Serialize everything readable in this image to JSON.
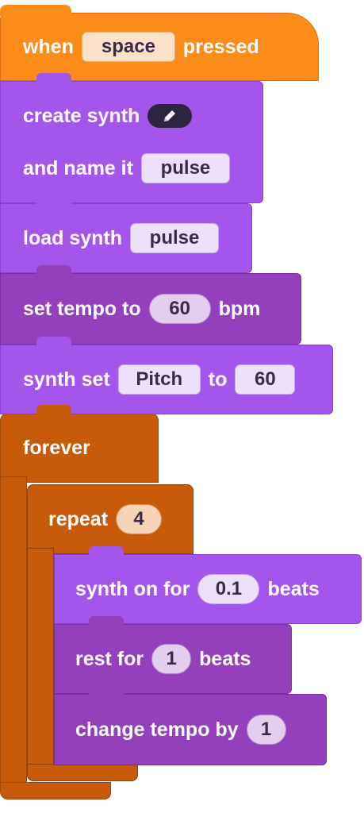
{
  "colors": {
    "event": "#fb8c1a",
    "synth": "#a456ec",
    "synth_dark": "#9440bc",
    "control": "#c75a0b"
  },
  "blocks": {
    "when_pressed": {
      "prefix": "when",
      "key": "space",
      "suffix": "pressed"
    },
    "create_synth": {
      "label": "create synth",
      "icon": "pencil-icon",
      "name_label": "and name it",
      "name_value": "pulse"
    },
    "load_synth": {
      "label": "load synth",
      "value": "pulse"
    },
    "set_tempo": {
      "label": "set tempo to",
      "value": "60",
      "unit": "bpm"
    },
    "synth_set": {
      "label": "synth set",
      "param": "Pitch",
      "to_label": "to",
      "value": "60"
    },
    "forever": {
      "label": "forever"
    },
    "repeat": {
      "label": "repeat",
      "value": "4"
    },
    "synth_on": {
      "label": "synth on for",
      "value": "0.1",
      "unit": "beats"
    },
    "rest_for": {
      "label": "rest for",
      "value": "1",
      "unit": "beats"
    },
    "change_tempo": {
      "label": "change tempo by",
      "value": "1"
    }
  }
}
